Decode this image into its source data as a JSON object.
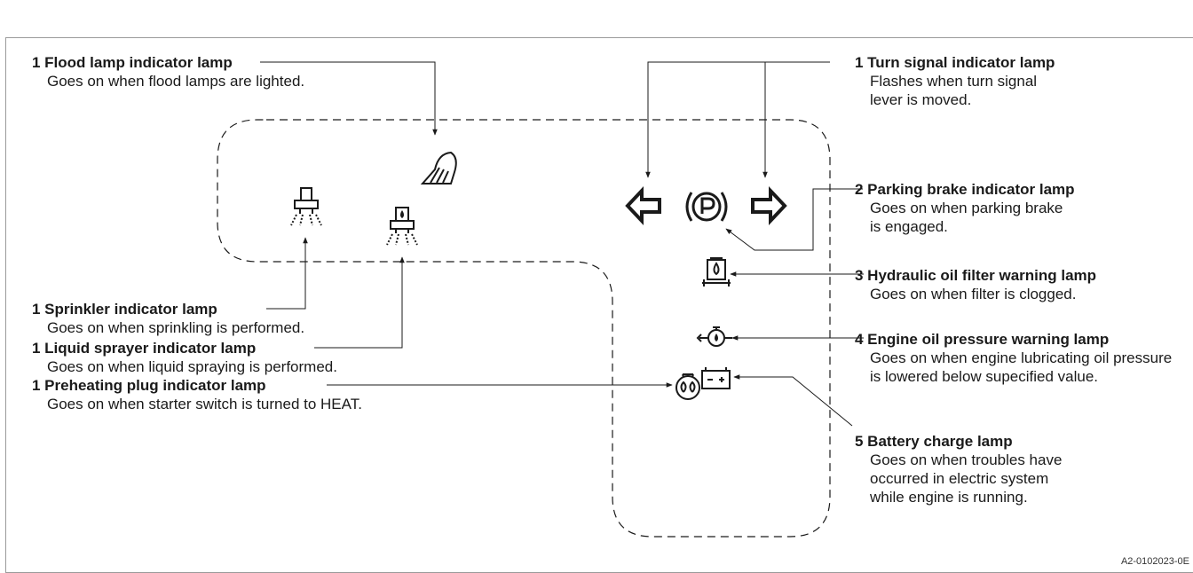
{
  "labels": {
    "flood": {
      "title": "1 Flood lamp indicator lamp",
      "desc": "Goes on when flood lamps are lighted."
    },
    "sprinkler": {
      "title": "1 Sprinkler indicator lamp",
      "desc": "Goes on when sprinkling is performed."
    },
    "sprayer": {
      "title": "1 Liquid sprayer indicator lamp",
      "desc": "Goes on when liquid spraying is performed."
    },
    "preheat": {
      "title": "1 Preheating plug indicator lamp",
      "desc": "Goes on when starter switch is turned to HEAT."
    },
    "turn": {
      "title": "1 Turn signal indicator lamp",
      "desc": "Flashes when turn signal lever is moved."
    },
    "parking": {
      "title": "2 Parking brake indicator lamp",
      "desc": "Goes on when parking brake is engaged."
    },
    "hydraulic": {
      "title": "3 Hydraulic oil filter warning lamp",
      "desc": "Goes on when filter is clogged."
    },
    "oil": {
      "title": "4 Engine oil pressure warning lamp",
      "desc": "Goes on when engine lubricating oil pressure is lowered below supecified value."
    },
    "battery": {
      "title": "5 Battery charge lamp",
      "desc": "Goes on when troubles have occurred in electric system while engine is running."
    }
  },
  "icons": [
    "flood-lamp-icon",
    "sprinkler-icon",
    "liquid-sprayer-icon",
    "turn-left-arrow-icon",
    "parking-brake-icon",
    "turn-right-arrow-icon",
    "hydraulic-filter-icon",
    "oil-pressure-icon",
    "battery-icon",
    "glow-plug-icon"
  ],
  "reference_code": "A2-0102023-0E"
}
